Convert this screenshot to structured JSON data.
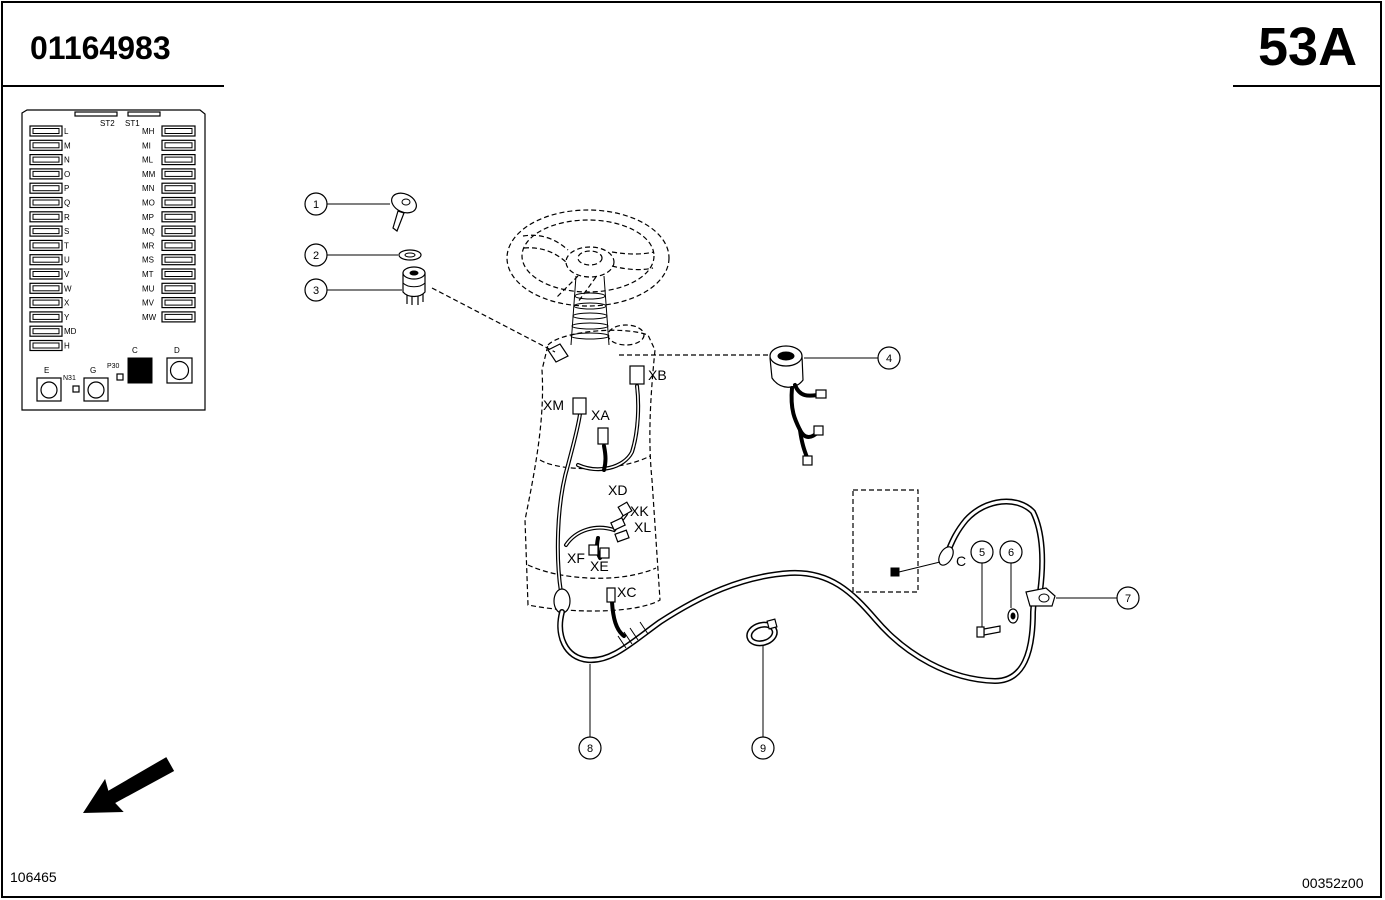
{
  "header": {
    "doc_number": "01164983",
    "page_code": "53A"
  },
  "fuse_panel": {
    "top_labels": {
      "st2": "ST2",
      "st1": "ST1"
    },
    "left_fuses": [
      "L",
      "M",
      "N",
      "O",
      "P",
      "Q",
      "R",
      "S",
      "T",
      "U",
      "V",
      "W",
      "X",
      "Y",
      "MD",
      "H"
    ],
    "right_fuses": [
      "MH",
      "MI",
      "ML",
      "MM",
      "MN",
      "MO",
      "MP",
      "MQ",
      "MR",
      "MS",
      "MT",
      "MU",
      "MV",
      "MW"
    ],
    "bottom_labels": {
      "e": "E",
      "n31": "N31",
      "g": "G",
      "p30": "P30",
      "c": "C",
      "d": "D"
    }
  },
  "callouts": [
    "1",
    "2",
    "3",
    "4",
    "5",
    "6",
    "7",
    "8",
    "9"
  ],
  "connectors": {
    "xb": "XB",
    "xm": "XM",
    "xa": "XA",
    "xd": "XD",
    "xk": "XK",
    "xl": "XL",
    "xf": "XF",
    "xe": "XE",
    "xc": "XC",
    "c": "C"
  },
  "footer": {
    "left_code": "106465",
    "right_code": "00352z00"
  }
}
